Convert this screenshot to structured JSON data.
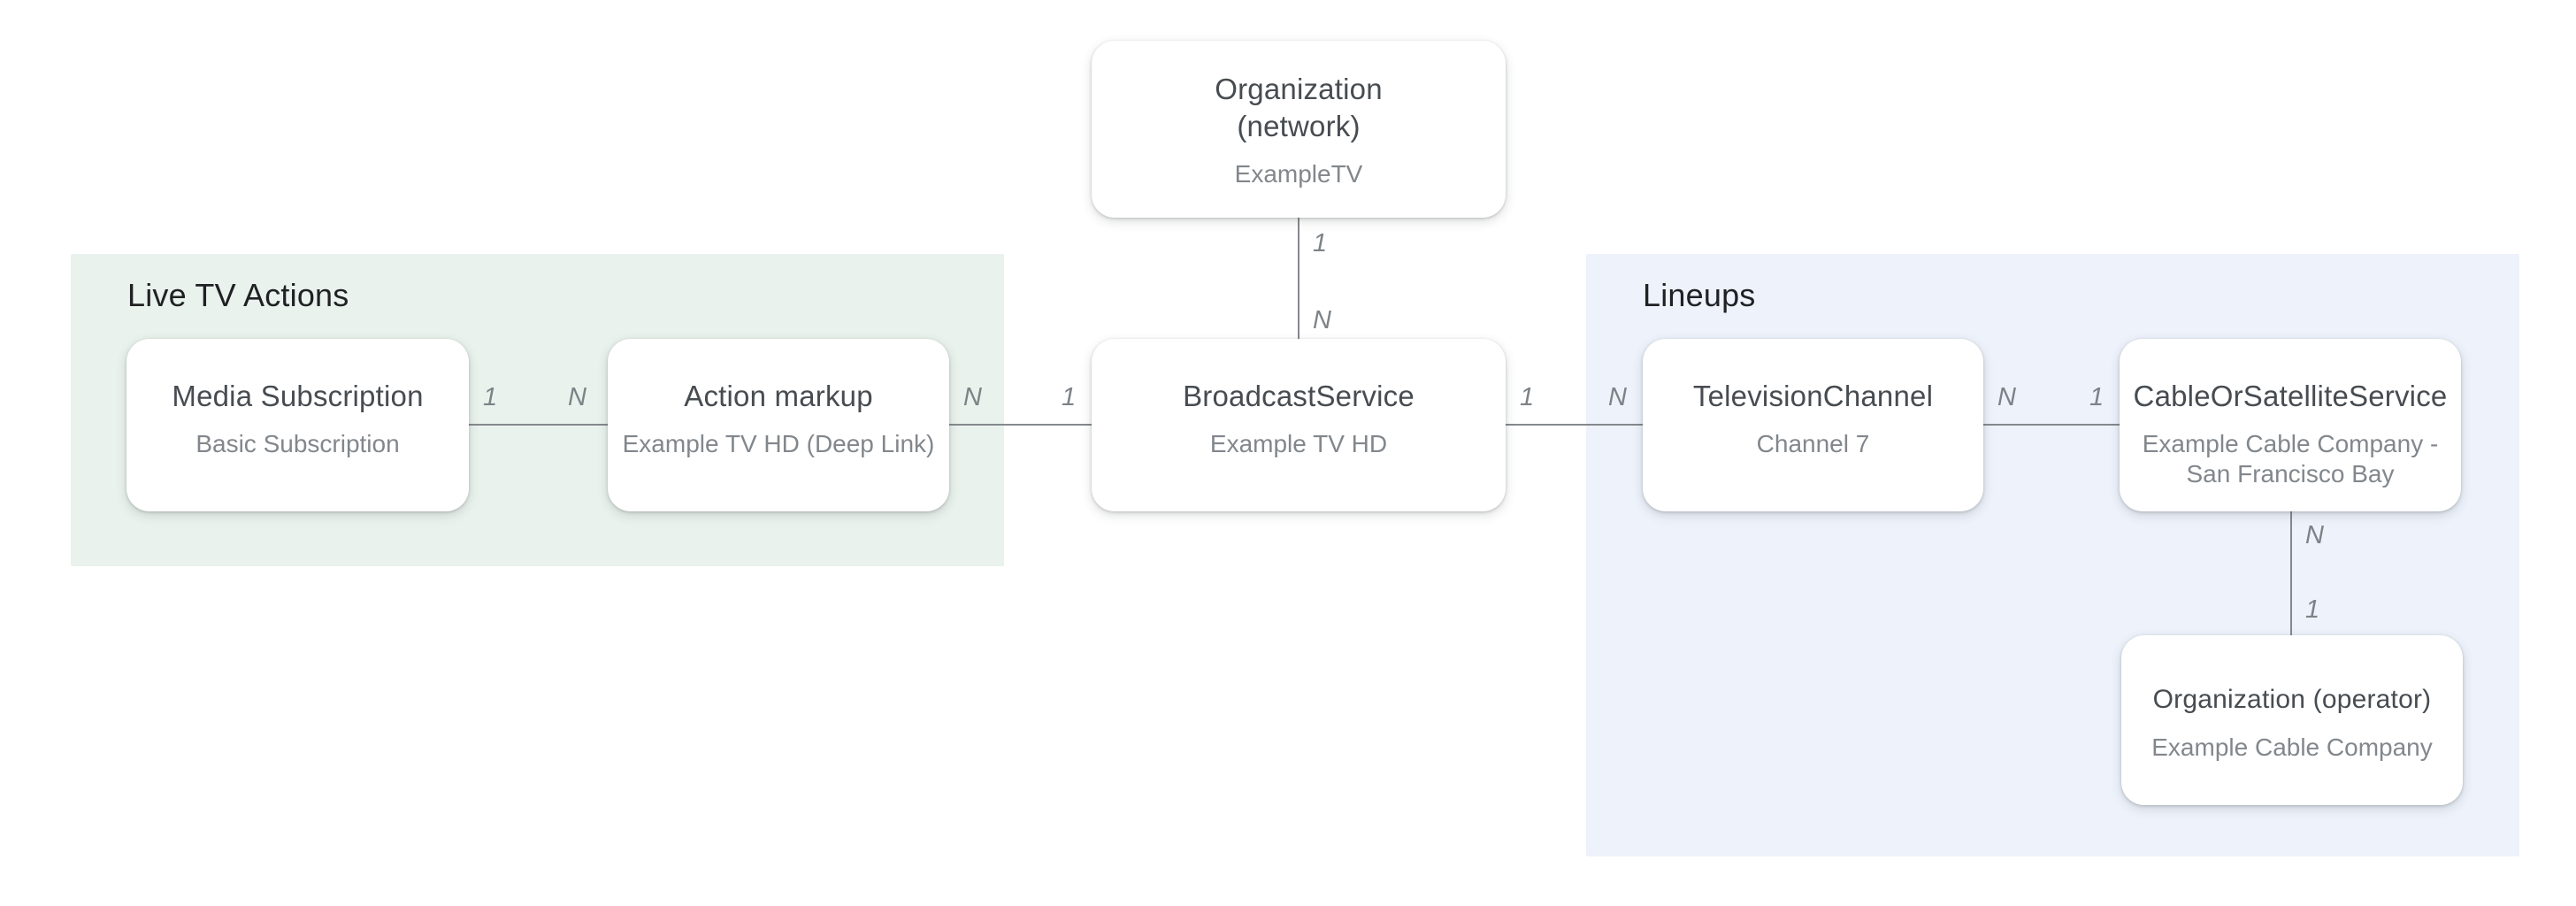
{
  "groups": {
    "live_tv_actions": {
      "label": "Live TV Actions",
      "bg": "#e9f2ed"
    },
    "lineups": {
      "label": "Lineups",
      "bg": "#edf2fb"
    }
  },
  "nodes": {
    "org_network": {
      "title": "Organization (network)",
      "subtitle": "ExampleTV"
    },
    "media_subscription": {
      "title": "Media Subscription",
      "subtitle": "Basic Subscription"
    },
    "action_markup": {
      "title": "Action markup",
      "subtitle": "Example TV HD (Deep Link)"
    },
    "broadcast_service": {
      "title": "BroadcastService",
      "subtitle": "Example TV HD"
    },
    "television_channel": {
      "title": "TelevisionChannel",
      "subtitle": "Channel 7"
    },
    "cable_or_satellite_service": {
      "title": "CableOrSatelliteService",
      "subtitle": "Example Cable Company - San Francisco Bay"
    },
    "org_operator": {
      "title": "Organization (operator)",
      "subtitle": "Example Cable Company"
    }
  },
  "edges": {
    "network_to_broadcast": {
      "from_label": "1",
      "to_label": "N"
    },
    "media_to_action": {
      "from_label": "1",
      "to_label": "N"
    },
    "action_to_broadcast": {
      "from_label": "N",
      "to_label": "1"
    },
    "broadcast_to_channel": {
      "from_label": "1",
      "to_label": "N"
    },
    "channel_to_cable": {
      "from_label": "N",
      "to_label": "1"
    },
    "cable_to_operator": {
      "from_label": "N",
      "to_label": "1"
    }
  },
  "colors": {
    "page_background": "#ffffff",
    "live_tv_panel": "#e9f2ed",
    "lineups_panel": "#edf2fb",
    "connector_line": "#85898d",
    "node_title": "#474c51",
    "node_subtitle": "#82878c",
    "cardinality_label": "#7d8286",
    "heading": "#202124"
  }
}
